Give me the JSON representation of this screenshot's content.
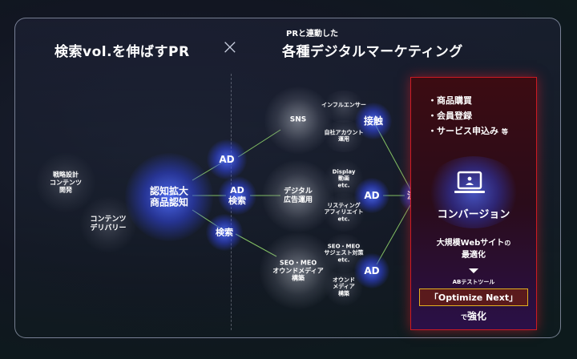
{
  "header": {
    "left_title": "検索vol.を伸ばすPR",
    "cross": "×",
    "right_subtitle": "PRと連動した",
    "right_title": "各種デジタルマーケティング"
  },
  "nodes": {
    "strategy": "戦略設計\nコンテンツ\n開発",
    "delivery": "コンテンツ\nデリバリー",
    "awareness": "認知拡大\n商品認知",
    "ad_top": "AD",
    "ad_search": "AD\n検索",
    "search": "検索",
    "sns": "SNS",
    "digital_ad": "デジタル\n広告運用",
    "seo_meo": "SEO・MEO\nオウンドメディア\n構築",
    "influencer": "インフルエンサー",
    "own_account": "自社アカウント\n運用",
    "display": "Display\n動画\netc.",
    "listing": "リスティング\nアフィリエイト\netc.",
    "seo_suggest": "SEO・MEO\nサジェスト対策\netc.",
    "owned_media": "オウンド\nメディア\n構築",
    "contact": "接触",
    "ad_mid": "AD",
    "ad_bottom": "AD",
    "inflow": "流入"
  },
  "panel": {
    "bullets": [
      "・商品購買",
      "・会員登録",
      "・サービス申込み"
    ],
    "bullet_suffix": "等",
    "conversion": "コンバージョン",
    "site_line1": "大規模Webサイト",
    "site_suffix": "の",
    "site_line2": "最適化",
    "ab_tool": "ABテストツール",
    "optimize": "「Optimize Next」",
    "enhance_prefix": "で",
    "enhance": "強化"
  },
  "colors": {
    "accent_blue": "#3a55ff",
    "link_green": "#8fd36a",
    "panel_red": "#cc1a22",
    "optimize_gold": "#e0b020"
  }
}
